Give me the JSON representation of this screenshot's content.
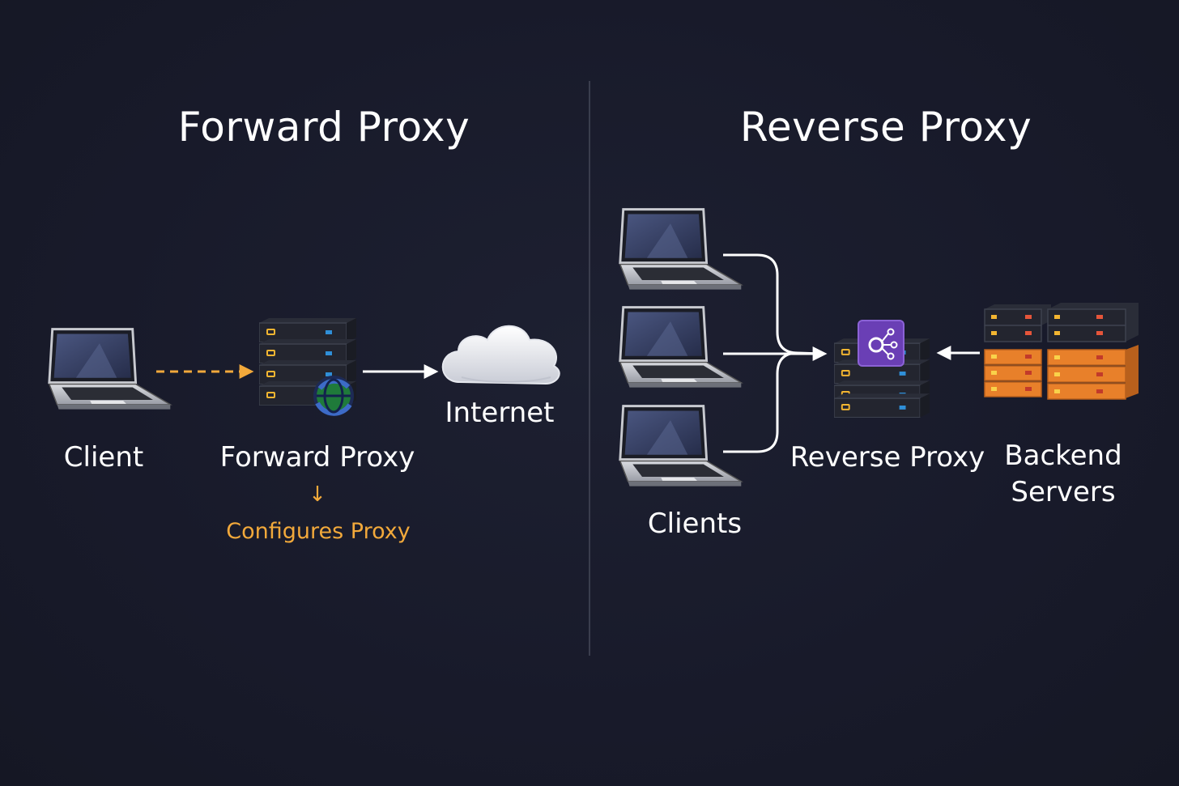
{
  "forward": {
    "title": "Forward Proxy",
    "client_label": "Client",
    "proxy_label": "Forward Proxy",
    "down_arrow": "↓",
    "proxy_note": "Configures Proxy",
    "internet_label": "Internet"
  },
  "reverse": {
    "title": "Reverse Proxy",
    "clients_label": "Clients",
    "proxy_label": "Reverse Proxy",
    "backend_label_line1": "Backend",
    "backend_label_line2": "Servers"
  },
  "icons": {
    "client": "laptop-icon",
    "forward_proxy": "server-rack-icon",
    "globe_badge": "globe-icon",
    "internet": "cloud-icon",
    "reverse_proxy": "server-rack-icon",
    "proxy_badge": "network-hub-icon",
    "backend": "server-stack-icon"
  },
  "colors": {
    "background": "#181a2a",
    "accent_orange": "#f2a93b",
    "backend_orange": "#e8802a",
    "badge_purple": "#6a3fb5",
    "server_dark": "#2a2d38",
    "divider": "#3a3d4d"
  }
}
